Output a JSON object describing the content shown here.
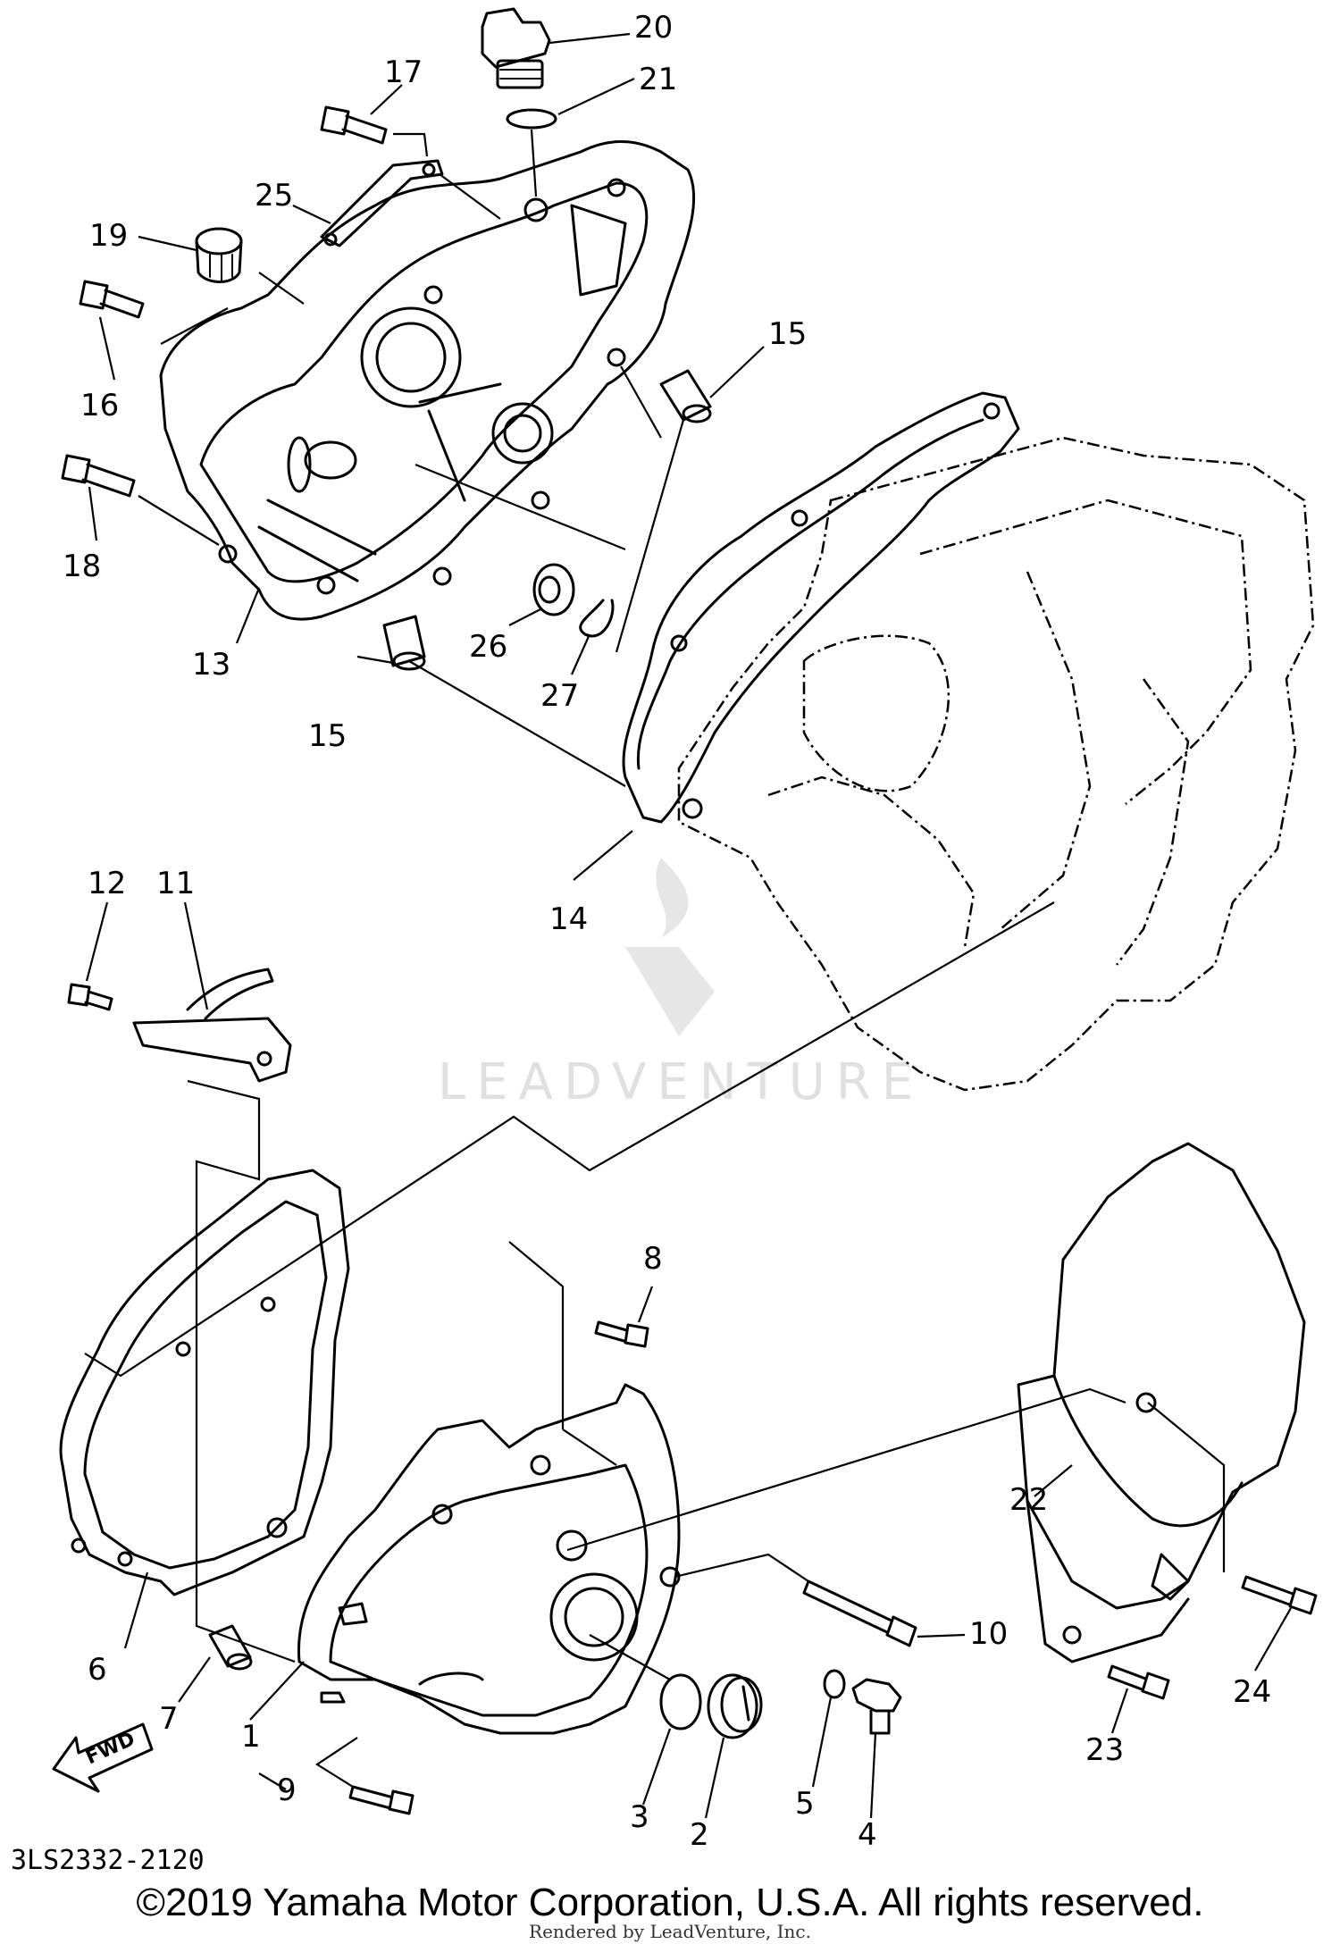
{
  "callouts": [
    {
      "id": "1",
      "label": "1"
    },
    {
      "id": "2",
      "label": "2"
    },
    {
      "id": "3",
      "label": "3"
    },
    {
      "id": "4",
      "label": "4"
    },
    {
      "id": "5",
      "label": "5"
    },
    {
      "id": "6",
      "label": "6"
    },
    {
      "id": "7",
      "label": "7"
    },
    {
      "id": "8",
      "label": "8"
    },
    {
      "id": "9",
      "label": "9"
    },
    {
      "id": "10",
      "label": "10"
    },
    {
      "id": "11",
      "label": "11"
    },
    {
      "id": "12",
      "label": "12"
    },
    {
      "id": "13",
      "label": "13"
    },
    {
      "id": "14",
      "label": "14"
    },
    {
      "id": "15a",
      "label": "15"
    },
    {
      "id": "15b",
      "label": "15"
    },
    {
      "id": "16",
      "label": "16"
    },
    {
      "id": "17",
      "label": "17"
    },
    {
      "id": "18",
      "label": "18"
    },
    {
      "id": "19",
      "label": "19"
    },
    {
      "id": "20",
      "label": "20"
    },
    {
      "id": "21",
      "label": "21"
    },
    {
      "id": "22",
      "label": "22"
    },
    {
      "id": "23",
      "label": "23"
    },
    {
      "id": "24",
      "label": "24"
    },
    {
      "id": "25",
      "label": "25"
    },
    {
      "id": "26",
      "label": "26"
    },
    {
      "id": "27",
      "label": "27"
    }
  ],
  "fwd_label": "FWD",
  "diagram_code": "3LS2332-2120",
  "watermark": "LEADVENTURE",
  "copyright": "©2019 Yamaha Motor Corporation, U.S.A. All rights reserved.",
  "rendered_by": "Rendered by LeadVenture, Inc."
}
